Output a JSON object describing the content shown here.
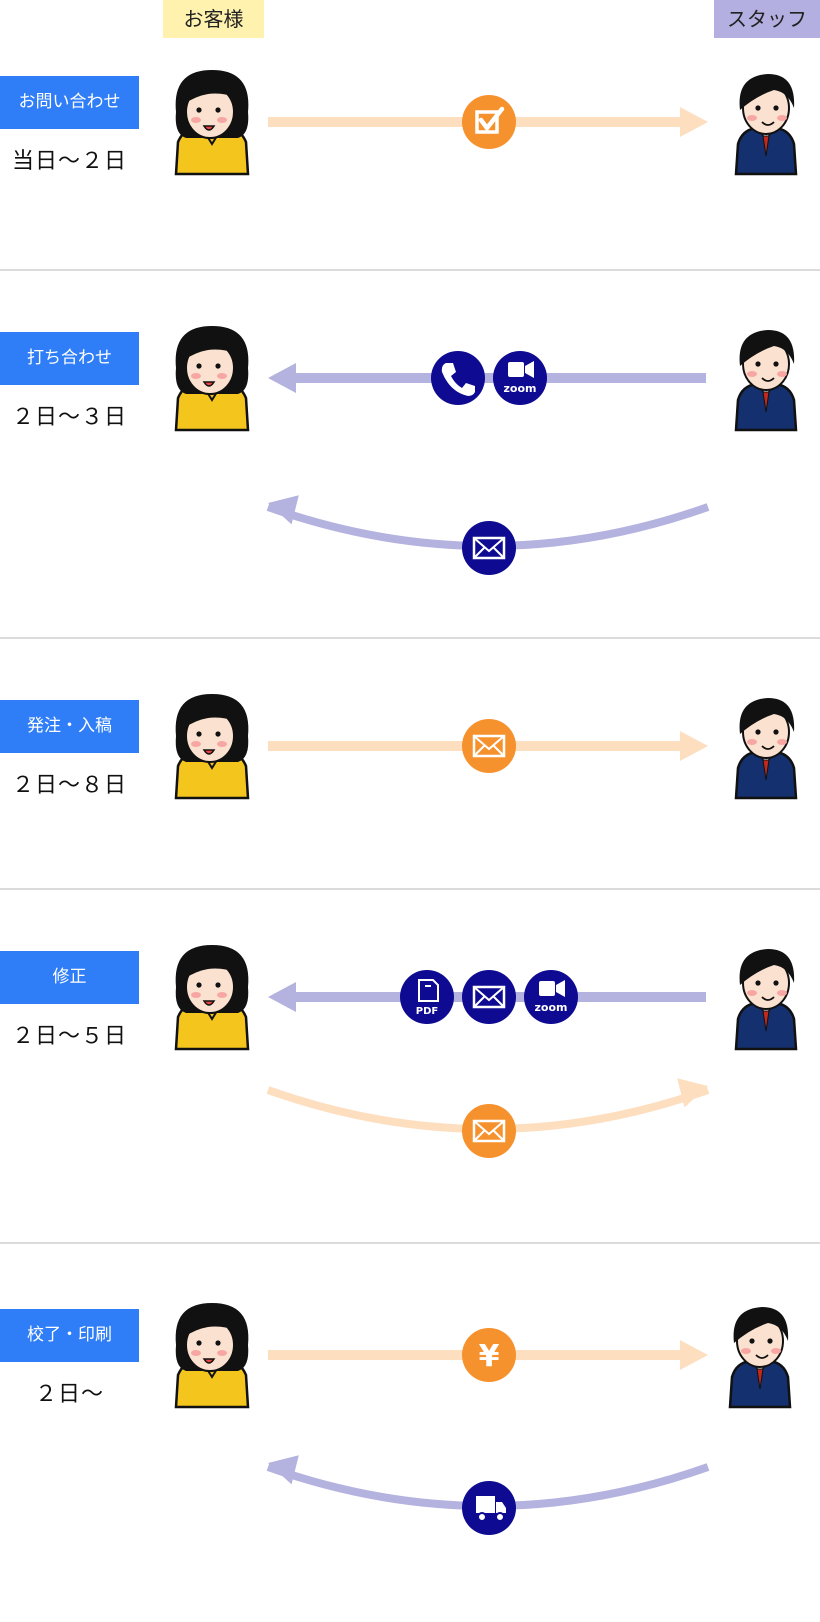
{
  "header": {
    "customer": "お客様",
    "staff": "スタッフ"
  },
  "colors": {
    "label_bg": "#2f7ef7",
    "orange": "#f6922e",
    "orange_line": "#fddfc0",
    "navy": "#0e0a91",
    "purple_line": "#b4b2df",
    "divider": "#cfcfcf"
  },
  "steps": [
    {
      "label": "お問い合わせ",
      "duration": "当日〜２日",
      "arrows": [
        {
          "dir": "to-staff",
          "shape": "straight",
          "color": "orange",
          "icons": [
            "checkbox-icon"
          ]
        }
      ]
    },
    {
      "label": "打ち合わせ",
      "duration": "２日〜３日",
      "arrows": [
        {
          "dir": "to-customer",
          "shape": "straight",
          "color": "navy",
          "icons": [
            "phone-icon",
            "zoom-icon"
          ]
        },
        {
          "dir": "to-customer",
          "shape": "curve",
          "color": "navy",
          "icons": [
            "mail-icon"
          ]
        }
      ]
    },
    {
      "label": "発注・入稿",
      "duration": "２日〜８日",
      "arrows": [
        {
          "dir": "to-staff",
          "shape": "straight",
          "color": "orange",
          "icons": [
            "mail-icon"
          ]
        }
      ]
    },
    {
      "label": "修正",
      "duration": "２日〜５日",
      "arrows": [
        {
          "dir": "to-customer",
          "shape": "straight",
          "color": "navy",
          "icons": [
            "pdf-icon",
            "mail-icon",
            "zoom-icon"
          ]
        },
        {
          "dir": "to-staff",
          "shape": "curve",
          "color": "orange",
          "icons": [
            "mail-icon"
          ]
        }
      ]
    },
    {
      "label": "校了・印刷",
      "duration": "２日〜",
      "arrows": [
        {
          "dir": "to-staff",
          "shape": "straight",
          "color": "orange",
          "icons": [
            "yen-icon"
          ]
        },
        {
          "dir": "to-customer",
          "shape": "curve",
          "color": "navy",
          "icons": [
            "truck-icon"
          ]
        }
      ]
    }
  ],
  "icon_text": {
    "zoom": "zoom",
    "pdf": "PDF",
    "yen": "¥"
  }
}
